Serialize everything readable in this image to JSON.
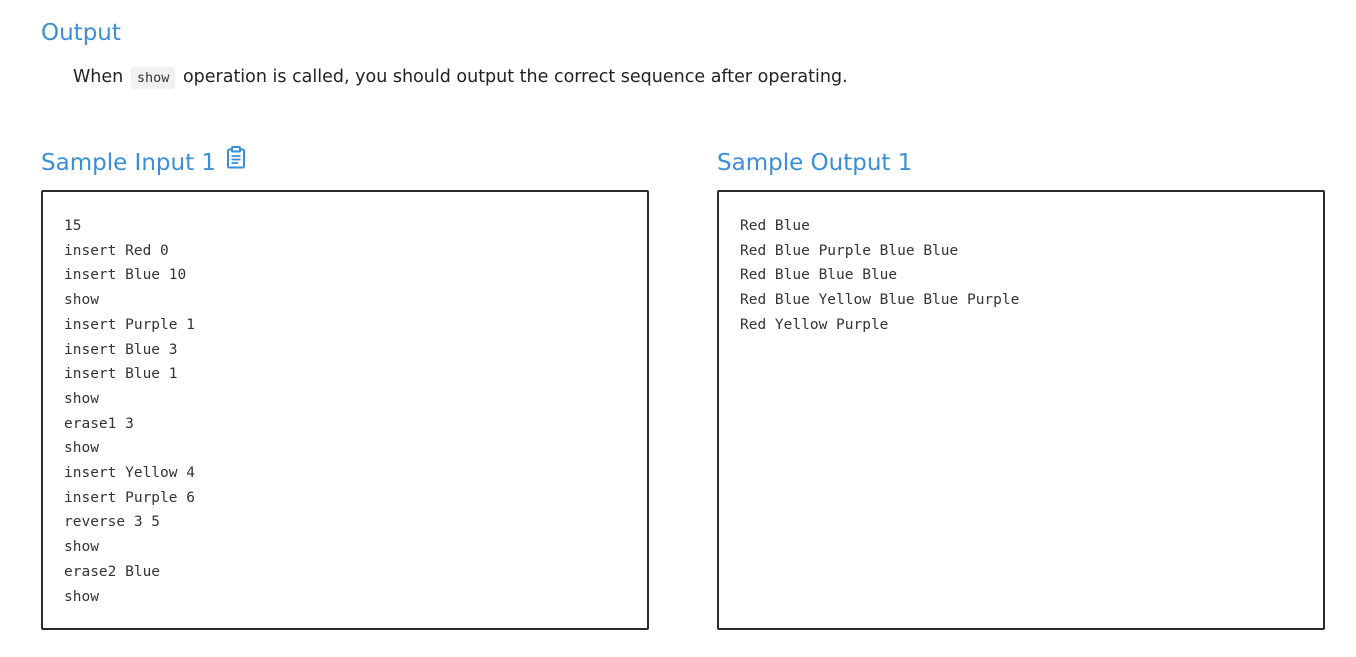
{
  "output_section": {
    "title": "Output",
    "desc_before": "When",
    "desc_code": "show",
    "desc_after": "operation is called, you should output the correct sequence after operating."
  },
  "sample_input": {
    "title": "Sample Input 1",
    "copy_icon": "clipboard-icon",
    "content": "15\ninsert Red 0\ninsert Blue 10\nshow\ninsert Purple 1\ninsert Blue 3\ninsert Blue 1\nshow\nerase1 3\nshow\ninsert Yellow 4\ninsert Purple 6\nreverse 3 5\nshow\nerase2 Blue\nshow"
  },
  "sample_output": {
    "title": "Sample Output 1",
    "content": "Red Blue\nRed Blue Purple Blue Blue\nRed Blue Blue Blue\nRed Blue Yellow Blue Blue Purple\nRed Yellow Purple"
  },
  "colors": {
    "heading": "#3a8fd8",
    "box_border": "#2b2b2b",
    "inline_code_bg": "#f1f1f1"
  }
}
